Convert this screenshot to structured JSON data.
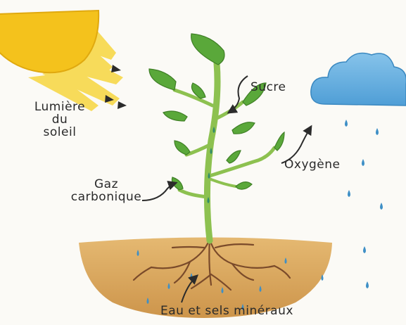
{
  "labels": {
    "sunlight": [
      "Lumière",
      "du",
      "soleil"
    ],
    "sugar": "Sucre",
    "oxygen": "Oxygène",
    "carbon_dioxide": [
      "Gaz",
      "carbonique"
    ],
    "water_minerals": "Eau et sels minéraux"
  },
  "colors": {
    "sun": "#f4c21c",
    "rays": "#f7d84a",
    "cloud": "#6fb6e3",
    "rain": "#3e8fc6",
    "leaf": "#5aa83a",
    "stem": "#8dc150",
    "soil": "#d8a455",
    "roots": "#7a4a2a",
    "arrow": "#2b2b2b"
  }
}
